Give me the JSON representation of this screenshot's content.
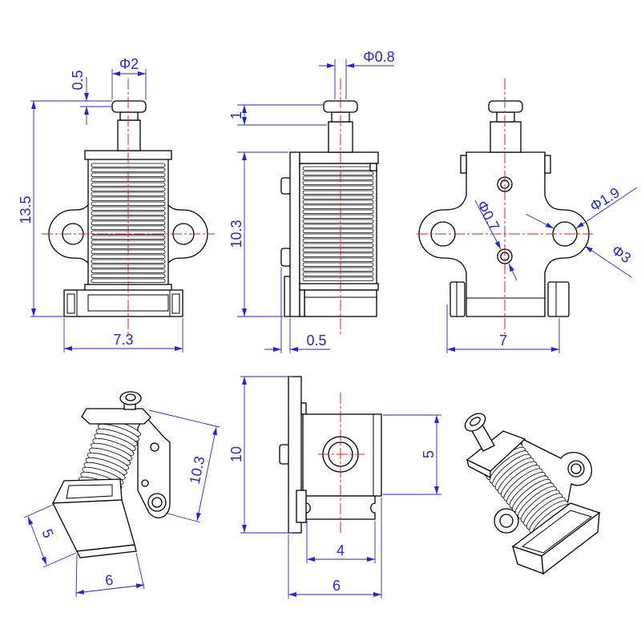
{
  "colors": {
    "outline": "#000000",
    "dimension": "#2626d9",
    "centerline": "#e31b1b",
    "background": "#ffffff"
  },
  "front_view": {
    "knob_offset": "0.5",
    "knob_diameter": "Φ2",
    "overall_height": "13.5",
    "overall_width": "7.3"
  },
  "side_view": {
    "knob_thickness": "1",
    "stem_diameter": "Φ0.8",
    "body_height": "10.3",
    "plate_thickness": "0.5"
  },
  "rear_view": {
    "mounting_hole_diameter": "Φ0.7",
    "ear_hole_diameter": "Φ1.9",
    "ear_outer_diameter": "Φ3",
    "overall_width": "7"
  },
  "iso_view_left": {
    "body_height": "10.3",
    "holder_depth": "5",
    "holder_width": "6"
  },
  "bottom_view": {
    "overall_length": "10",
    "body_depth": "5",
    "neck_width": "4",
    "overall_width": "6"
  }
}
